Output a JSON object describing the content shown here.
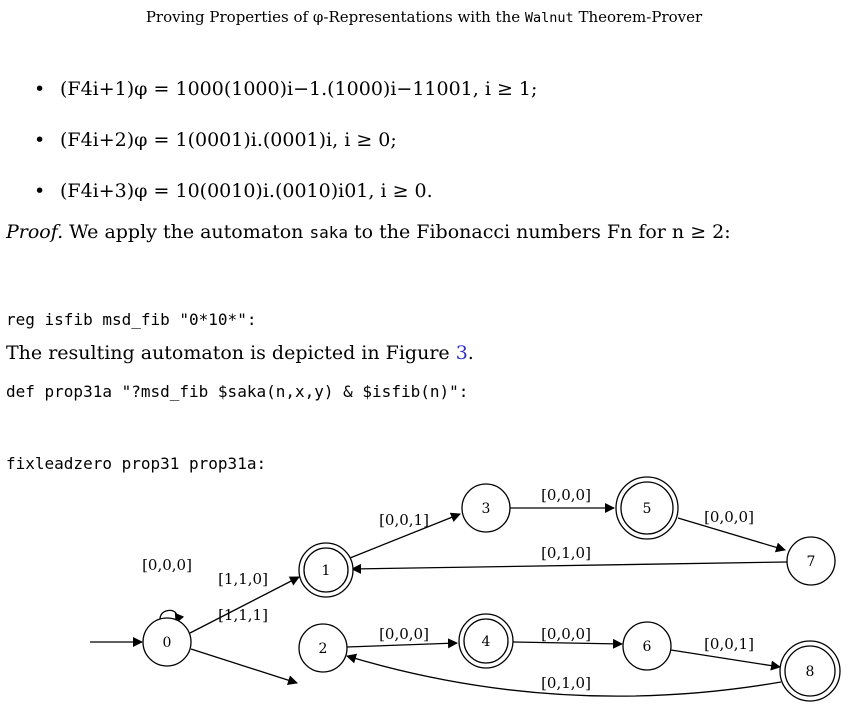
{
  "header": {
    "prefix": "Proving Properties of φ-Representations with the ",
    "tool": "Walnut",
    "suffix": " Theorem-Prover"
  },
  "bullets": [
    {
      "symbol": "•",
      "text": "(F4i+1)φ = 1000(1000)i−1.(1000)i−11001, i ≥ 1;"
    },
    {
      "symbol": "•",
      "text": "(F4i+2)φ = 1(0001)i.(0001)i, i ≥ 0;"
    },
    {
      "symbol": "•",
      "text": "(F4i+3)φ = 10(0010)i.(0010)i01, i ≥ 0."
    }
  ],
  "proof": {
    "label": "Proof.",
    "before": " We apply the automaton ",
    "code_word": "saka",
    "after": " to the Fibonacci numbers Fn for n ≥ 2:"
  },
  "code_lines": [
    "reg isfib msd_fib \"0*10*\":",
    "def prop31a \"?msd_fib $saka(n,x,y) & $isfib(n)\":",
    "fixleadzero prop31 prop31a:"
  ],
  "result": {
    "before": "The resulting automaton is depicted in Figure ",
    "ref": "3",
    "after": "."
  },
  "automaton": {
    "states": [
      {
        "id": "0",
        "accepting": false
      },
      {
        "id": "1",
        "accepting": true
      },
      {
        "id": "2",
        "accepting": false
      },
      {
        "id": "3",
        "accepting": false
      },
      {
        "id": "4",
        "accepting": true
      },
      {
        "id": "5",
        "accepting": true
      },
      {
        "id": "6",
        "accepting": false
      },
      {
        "id": "7",
        "accepting": false
      },
      {
        "id": "8",
        "accepting": true
      }
    ],
    "initial": "0",
    "transitions": [
      {
        "from": "0",
        "to": "0",
        "label": "[0,0,0]"
      },
      {
        "from": "0",
        "to": "1",
        "label": "[1,1,0]"
      },
      {
        "from": "0",
        "to": "2",
        "label": "[1,1,1]"
      },
      {
        "from": "1",
        "to": "3",
        "label": "[0,0,1]"
      },
      {
        "from": "3",
        "to": "5",
        "label": "[0,0,0]"
      },
      {
        "from": "5",
        "to": "7",
        "label": "[0,0,0]"
      },
      {
        "from": "7",
        "to": "1",
        "label": "[0,1,0]"
      },
      {
        "from": "2",
        "to": "4",
        "label": "[0,0,0]"
      },
      {
        "from": "4",
        "to": "6",
        "label": "[0,0,0]"
      },
      {
        "from": "6",
        "to": "8",
        "label": "[0,0,1]"
      },
      {
        "from": "8",
        "to": "2",
        "label": "[0,1,0]"
      }
    ]
  }
}
